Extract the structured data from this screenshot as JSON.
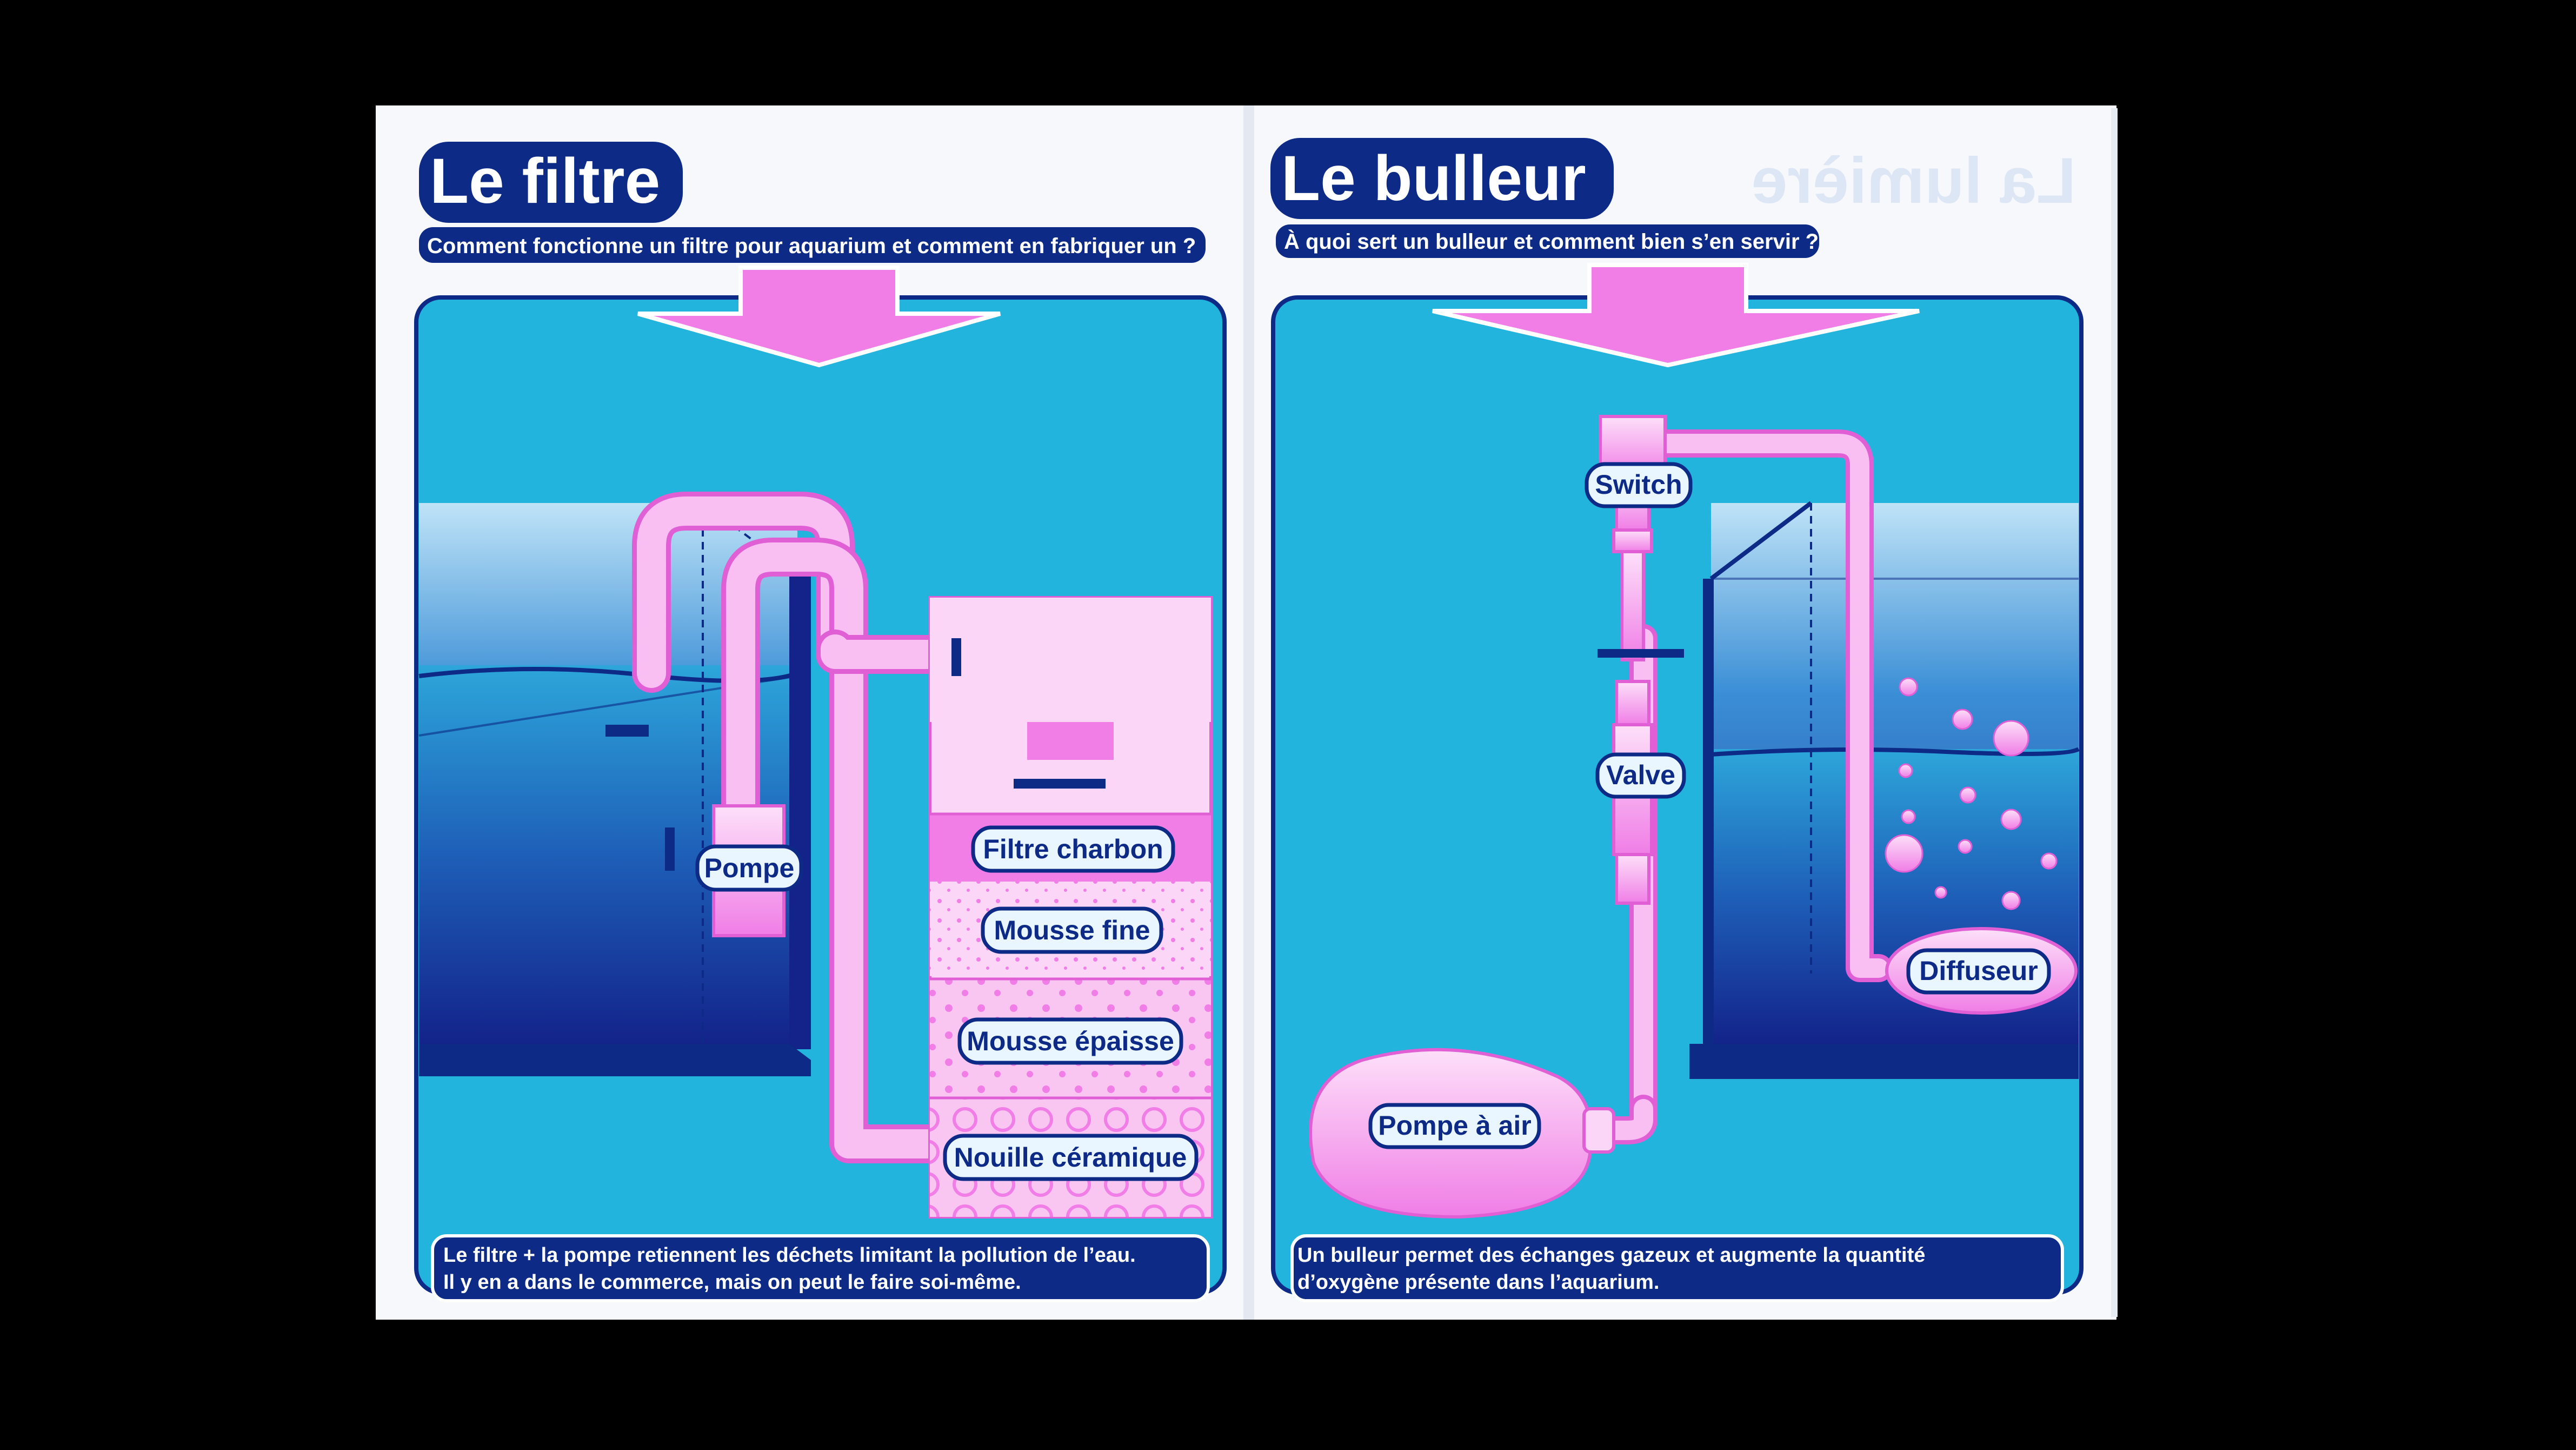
{
  "colors": {
    "background": "#000000",
    "paper": "#f7f8fc",
    "aqua": "#22b4dc",
    "navy": "#0c2a86",
    "pink": "#f07ee6",
    "pink_light": "#fbd6f6",
    "label_fill": "#eaf6ff"
  },
  "left_page": {
    "title": "Le filtre",
    "subtitle": "Comment fonctionne un filtre pour aquarium et comment en fabriquer un ?",
    "labels": {
      "pump": "Pompe",
      "charcoal": "Filtre charbon",
      "fine_foam": "Mousse fine",
      "thick_foam": "Mousse épaisse",
      "ceramic": "Nouille céramique"
    },
    "footer_line1": "Le filtre + la pompe retiennent les déchets limitant la pollution de l’eau.",
    "footer_line2": "Il y en a dans le commerce, mais on peut le faire soi-même."
  },
  "right_page": {
    "title": "Le bulleur",
    "subtitle": "À quoi sert un bulleur et comment bien s’en servir ?",
    "labels": {
      "switch": "Switch",
      "valve": "Valve",
      "diffuser": "Diffuseur",
      "air_pump": "Pompe à air"
    },
    "footer_line1": "Un bulleur permet des échanges gazeux et augmente la quantité",
    "footer_line2": "d’oxygène présente dans l’aquarium.",
    "show_through_title": "La lumière"
  },
  "icons": {
    "arrow": "down-arrow-icon",
    "flow": "flow-arrow-icon"
  }
}
